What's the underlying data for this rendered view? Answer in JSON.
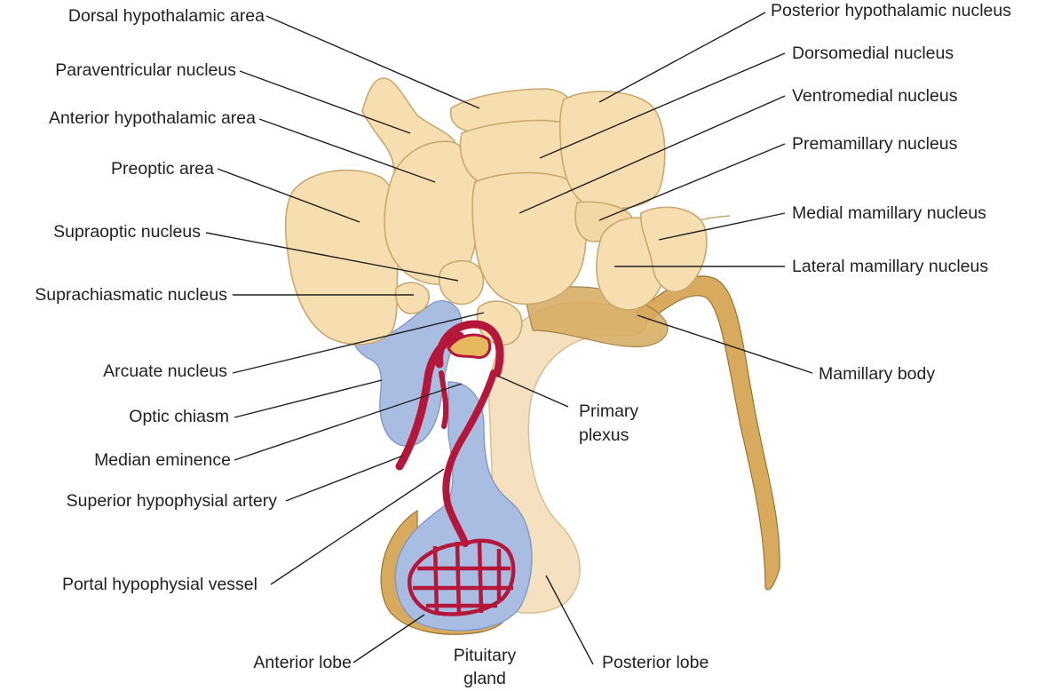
{
  "labels": {
    "dorsal_hypothalamic_area": "Dorsal hypothalamic area",
    "paraventricular_nucleus": "Paraventricular nucleus",
    "anterior_hypothalamic_area": "Anterior hypothalamic area",
    "preoptic_area": "Preoptic area",
    "supraoptic_nucleus": "Supraoptic nucleus",
    "suprachiasmatic_nucleus": "Suprachiasmatic nucleus",
    "arcuate_nucleus": "Arcuate nucleus",
    "optic_chiasm": "Optic chiasm",
    "median_eminence": "Median eminence",
    "superior_hypophysial_artery": "Superior hypophysial artery",
    "portal_hypophysial_vessel": "Portal hypophysial vessel",
    "anterior_lobe": "Anterior lobe",
    "pituitary_gland_line1": "Pituitary",
    "pituitary_gland_line2": "gland",
    "posterior_lobe": "Posterior lobe",
    "posterior_hypothalamic_nucleus": "Posterior hypothalamic nucleus",
    "dorsomedial_nucleus": "Dorsomedial nucleus",
    "ventromedial_nucleus": "Ventromedial nucleus",
    "premamillary_nucleus": "Premamillary nucleus",
    "medial_mamillary_nucleus": "Medial mamillary nucleus",
    "lateral_mamillary_nucleus": "Lateral mamillary nucleus",
    "mamillary_body": "Mamillary body",
    "primary_plexus_line1": "Primary",
    "primary_plexus_line2": "plexus"
  },
  "colors": {
    "nucleus_fill": "#f6deb0",
    "nucleus_outline": "#c9a870",
    "optic_and_anterior_lobe": "#a9bde3",
    "blood_vessels": "#b5173a",
    "mamillary_tract": "#d7aa5e",
    "text": "#231f20"
  }
}
